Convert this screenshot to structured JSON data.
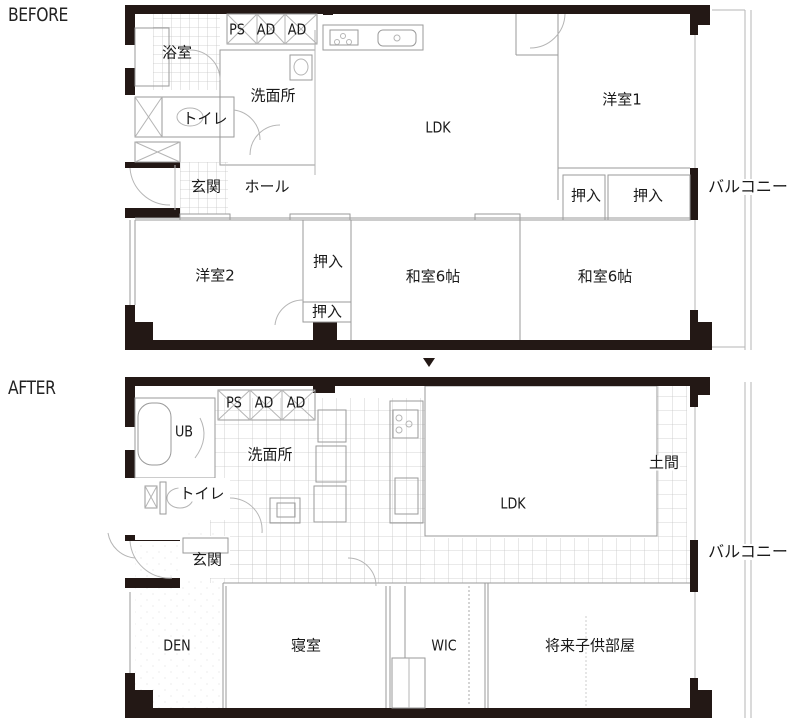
{
  "before": {
    "title": "BEFORE",
    "rooms": {
      "bath": "浴室",
      "ps": "PS",
      "ad1": "AD",
      "ad2": "AD",
      "washroom": "洗面所",
      "toilet": "トイレ",
      "ldk": "LDK",
      "western1": "洋室1",
      "entrance": "玄関",
      "hall": "ホール",
      "closet1": "押入",
      "closet2": "押入",
      "western2": "洋室2",
      "closet3": "押入",
      "closet4": "押入",
      "japanese1": "和室6帖",
      "japanese2": "和室6帖"
    },
    "balcony": "バルコニー"
  },
  "transition": {
    "arrow_icon": "down-triangle"
  },
  "after": {
    "title": "AFTER",
    "rooms": {
      "ub": "UB",
      "ps": "PS",
      "ad1": "AD",
      "ad2": "AD",
      "washroom": "洗面所",
      "toilet": "トイレ",
      "ldk": "LDK",
      "doma": "土間",
      "entrance": "玄関",
      "den": "DEN",
      "bedroom": "寝室",
      "wic": "WIC",
      "future_kids_room": "将来子供部屋"
    },
    "balcony": "バルコニー"
  },
  "colors": {
    "wall": "#231815",
    "line": "#b5b5b5",
    "background": "#ffffff"
  }
}
